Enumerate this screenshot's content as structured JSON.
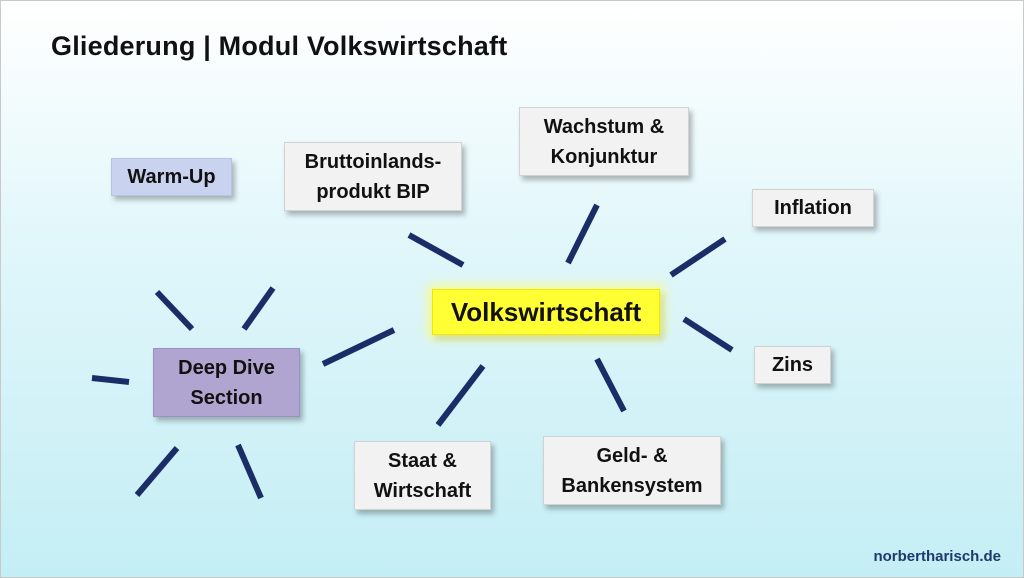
{
  "title": "Gliederung | Modul Volkswirtschaft",
  "footer": "norbertharisch.de",
  "colors": {
    "line": "#1a2d66",
    "center_fill": "#ffff33",
    "warmup_fill": "#c9d3ef",
    "deepdive_fill": "#b0a4d1",
    "topic_fill": "#f2f2f2"
  },
  "nodes": {
    "center": "Volkswirtschaft",
    "warm_up": "Warm-Up",
    "bip": "Bruttoinlands-\nprodukt BIP",
    "wachstum": "Wachstum &\nKonjunktur",
    "inflation": "Inflation",
    "zins": "Zins",
    "geld": "Geld- &\nBankensystem",
    "staat": "Staat &\nWirtschaft",
    "deep_dive": "Deep Dive\nSection"
  }
}
